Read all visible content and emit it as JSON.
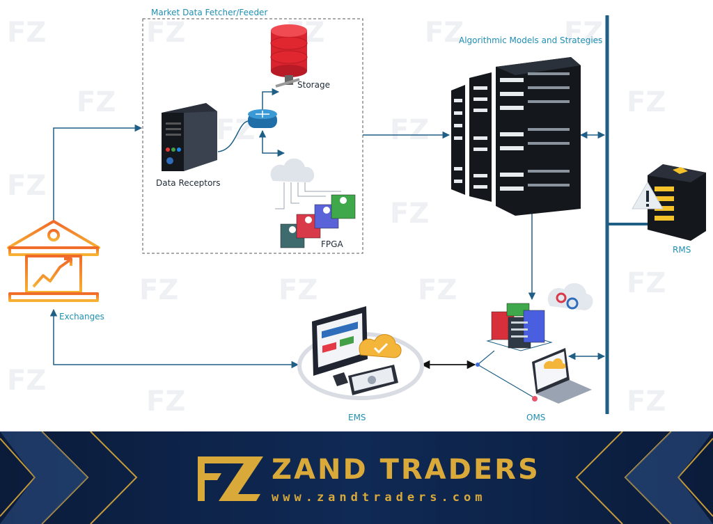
{
  "labels": {
    "market_data_fetcher": "Market Data Fetcher/Feeder",
    "storage": "Storage",
    "data_receptors": "Data Receptors",
    "fpga": "FPGA",
    "algorithmic_models": "Algorithmic Models and Strategies",
    "exchanges": "Exchanges",
    "ems": "EMS",
    "oms": "OMS",
    "rms": "RMS"
  },
  "brand": {
    "name": "ZAND TRADERS",
    "url": "www.zandtraders.com",
    "logo_letters": "FZ"
  },
  "colors": {
    "connector": "#1f5f86",
    "label_teal": "#1f8fb3",
    "gold": "#d9a93a",
    "footer_bg": "#0b1b3a",
    "server_black": "#14171c",
    "storage_red": "#e0262f",
    "exchange_orange": "#f08a24"
  },
  "icons": {
    "storage": "database-icon",
    "router": "router-icon",
    "data_receptors": "server-tower-icon",
    "fpga": "fpga-cluster-icon",
    "algo": "server-rack-icon",
    "exchanges": "bank-building-icon",
    "ems": "monitor-cloud-icon",
    "oms": "server-laptop-cloud-icon",
    "rms": "warning-server-icon"
  }
}
